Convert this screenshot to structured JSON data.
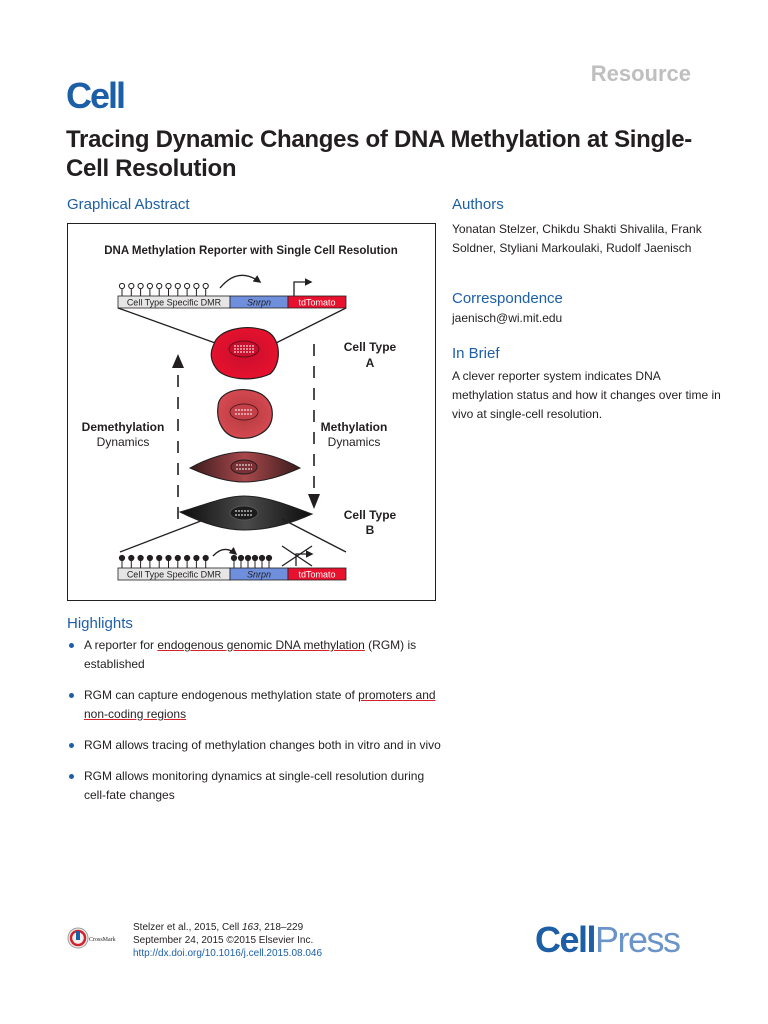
{
  "header": {
    "journal_logo": "Cell",
    "article_type": "Resource",
    "title": "Tracing Dynamic Changes of DNA Methylation at Single-Cell Resolution"
  },
  "graphical_abstract": {
    "heading": "Graphical Abstract",
    "figure_title": "DNA Methylation Reporter with Single Cell Resolution",
    "construct_top": [
      "Cell Type Specific DMR",
      "Snrpn",
      "tdTomato"
    ],
    "construct_bottom": [
      "Cell Type Specific DMR",
      "Snrpn",
      "tdTomato"
    ],
    "cell_type_a": [
      "Cell Type",
      "A"
    ],
    "cell_type_b": [
      "Cell Type",
      "B"
    ],
    "demethylation": [
      "Demethylation",
      "Dynamics"
    ],
    "methylation": [
      "Methylation",
      "Dynamics"
    ]
  },
  "sidebar": {
    "authors_heading": "Authors",
    "authors": "Yonatan Stelzer, Chikdu Shakti Shivalila, Frank Soldner, Styliani Markoulaki, Rudolf Jaenisch",
    "correspondence_heading": "Correspondence",
    "email": "jaenisch@wi.mit.edu",
    "in_brief_heading": "In Brief",
    "in_brief": "A clever reporter system indicates DNA methylation status and how it changes over time in vivo at single-cell resolution."
  },
  "highlights": {
    "heading": "Highlights",
    "items": [
      {
        "before": "A reporter for ",
        "underlined": "endogenous genomic DNA methylation",
        "after": " (RGM) is established"
      },
      {
        "before": "RGM can capture endogenous methylation state of ",
        "underlined": "promoters and non-coding regions",
        "after": ""
      },
      {
        "before": "RGM allows tracing of methylation changes both in vitro and in vivo",
        "underlined": "",
        "after": ""
      },
      {
        "before": "RGM allows monitoring dynamics at single-cell resolution during cell-fate changes",
        "underlined": "",
        "after": ""
      }
    ]
  },
  "footer": {
    "citation_line1_prefix": "Stelzer et al., 2015, Cell ",
    "citation_volume": "163",
    "citation_pages": ", 218–229",
    "citation_line2": "September 24, 2015 ©2015 Elsevier Inc.",
    "doi": "http://dx.doi.org/10.1016/j.cell.2015.08.046",
    "crossmark_label": "CrossMark",
    "publisher_logo_cell": "Cell",
    "publisher_logo_press": "Press"
  },
  "colors": {
    "brand_blue": "#1d5fa6",
    "snrpn_blue": "#6f8fdc",
    "tdtomato_red": "#e8112d",
    "underline_red": "#d2232a"
  }
}
